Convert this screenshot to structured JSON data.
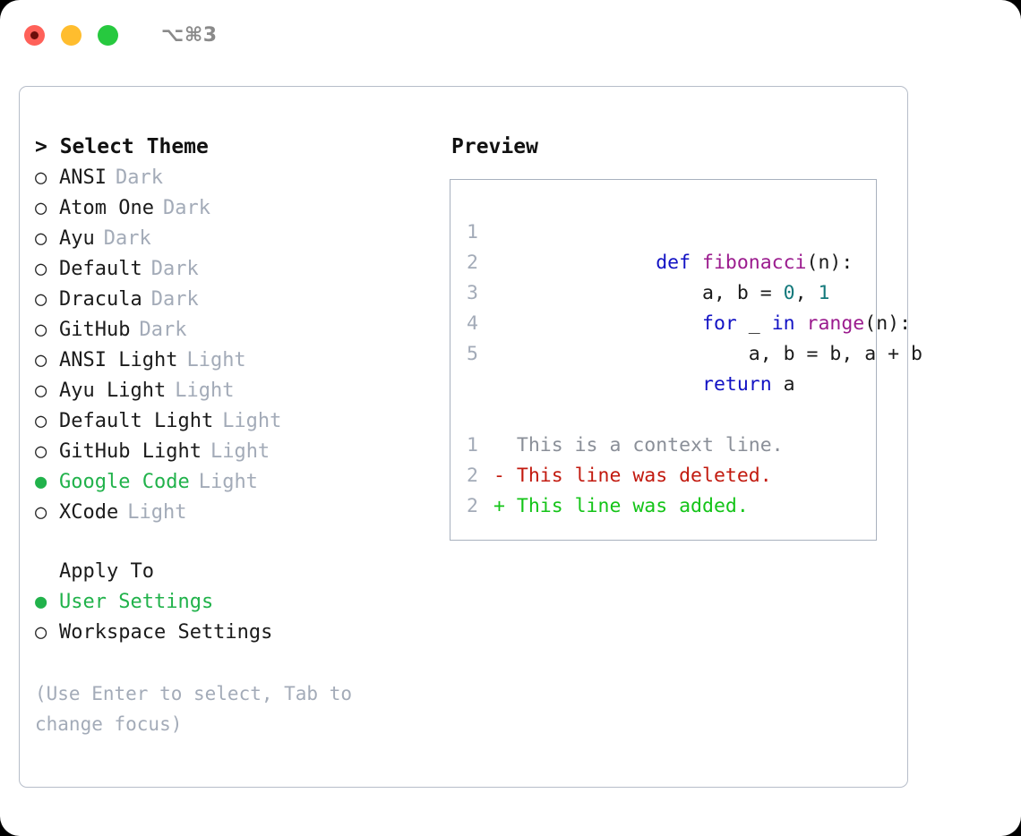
{
  "window": {
    "traffic_lights": [
      "close",
      "minimize",
      "maximize"
    ],
    "shortcut_label": "⌥⌘3",
    "colors": {
      "close": "#ff6159",
      "minimize": "#ffbd2e",
      "maximize": "#27c93f",
      "accent_green": "#21b24b",
      "muted": "#a3abb8",
      "border": "#b6bdc9"
    }
  },
  "theme_picker": {
    "header": "> Select Theme",
    "bullet_unselected": "○",
    "bullet_selected": "●",
    "items": [
      {
        "name": "ANSI",
        "kind": "Dark",
        "selected": false
      },
      {
        "name": "Atom One",
        "kind": "Dark",
        "selected": false
      },
      {
        "name": "Ayu",
        "kind": "Dark",
        "selected": false
      },
      {
        "name": "Default",
        "kind": "Dark",
        "selected": false
      },
      {
        "name": "Dracula",
        "kind": "Dark",
        "selected": false
      },
      {
        "name": "GitHub",
        "kind": "Dark",
        "selected": false
      },
      {
        "name": "ANSI Light",
        "kind": "Light",
        "selected": false
      },
      {
        "name": "Ayu Light",
        "kind": "Light",
        "selected": false
      },
      {
        "name": "Default Light",
        "kind": "Light",
        "selected": false
      },
      {
        "name": "GitHub Light",
        "kind": "Light",
        "selected": false
      },
      {
        "name": "Google Code",
        "kind": "Light",
        "selected": true
      },
      {
        "name": "XCode",
        "kind": "Light",
        "selected": false
      }
    ]
  },
  "apply_to": {
    "title": "Apply To",
    "options": [
      {
        "label": "User Settings",
        "selected": true
      },
      {
        "label": "Workspace Settings",
        "selected": false
      }
    ]
  },
  "hint": "(Use Enter to select, Tab to change focus)",
  "preview": {
    "title": "Preview",
    "code": [
      {
        "lineno": "1",
        "tokens": [
          {
            "t": "def ",
            "c": "kw"
          },
          {
            "t": "fibonacci",
            "c": "fn"
          },
          {
            "t": "(n):",
            "c": "plain"
          }
        ]
      },
      {
        "lineno": "2",
        "tokens": [
          {
            "t": "    a, b = ",
            "c": "plain"
          },
          {
            "t": "0",
            "c": "num"
          },
          {
            "t": ", ",
            "c": "plain"
          },
          {
            "t": "1",
            "c": "num"
          }
        ]
      },
      {
        "lineno": "3",
        "tokens": [
          {
            "t": "    ",
            "c": "plain"
          },
          {
            "t": "for",
            "c": "kw"
          },
          {
            "t": " _ ",
            "c": "plain"
          },
          {
            "t": "in",
            "c": "kw"
          },
          {
            "t": " ",
            "c": "plain"
          },
          {
            "t": "range",
            "c": "fn"
          },
          {
            "t": "(n):",
            "c": "plain"
          }
        ]
      },
      {
        "lineno": "4",
        "tokens": [
          {
            "t": "        a, b = b, a + b",
            "c": "plain"
          }
        ]
      },
      {
        "lineno": "5",
        "tokens": [
          {
            "t": "    ",
            "c": "plain"
          },
          {
            "t": "return",
            "c": "kw"
          },
          {
            "t": " a",
            "c": "plain"
          }
        ]
      }
    ],
    "diff": [
      {
        "lineno": "1",
        "text": "  This is a context line.",
        "kind": "ctx"
      },
      {
        "lineno": "2",
        "text": "- This line was deleted.",
        "kind": "del"
      },
      {
        "lineno": "2",
        "text": "+ This line was added.",
        "kind": "add"
      }
    ]
  }
}
